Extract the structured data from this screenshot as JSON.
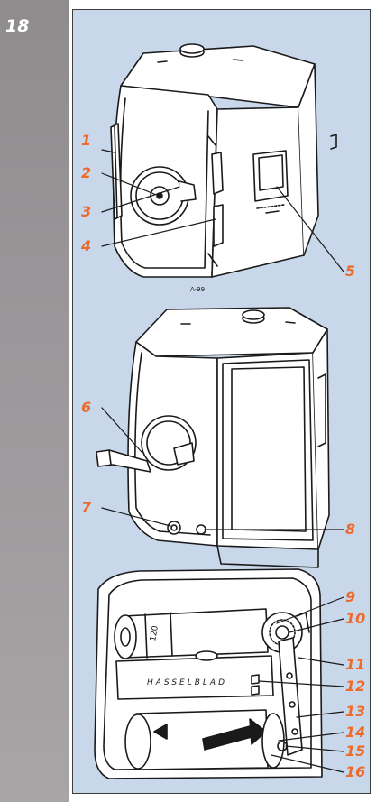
{
  "page": {
    "number": "18"
  },
  "callouts": [
    "1",
    "2",
    "3",
    "4",
    "5",
    "6",
    "7",
    "8",
    "9",
    "10",
    "11",
    "12",
    "13",
    "14",
    "15",
    "16"
  ],
  "figure1": {
    "mark": "A-99"
  },
  "figure3": {
    "brand": "HASSELBLAD",
    "spool_label": "120"
  },
  "colors": {
    "accent": "#ec6a2a",
    "panel": "#c9d7ea",
    "strip": "#9a9699"
  }
}
